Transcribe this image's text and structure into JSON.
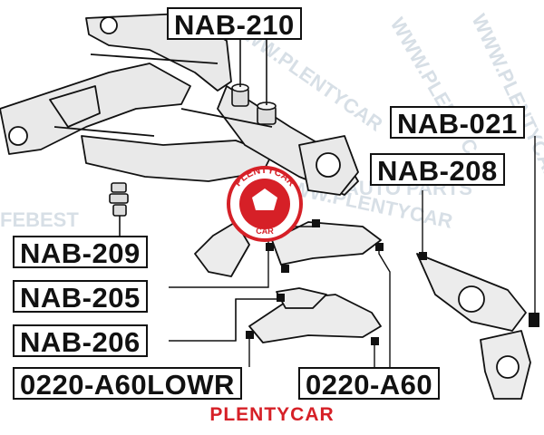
{
  "colors": {
    "brand_red": "#d62027",
    "line": "#111111",
    "part_gray": "#e9e9e9",
    "watermark": "#8fa4b8"
  },
  "labels": {
    "nab_210": "NAB-210",
    "nab_021": "NAB-021",
    "nab_208": "NAB-208",
    "nab_209": "NAB-209",
    "nab_205": "NAB-205",
    "nab_206": "NAB-206",
    "a60lowr": "0220-A60LOWR",
    "a60": "0220-A60"
  },
  "brand": "PLENTYCAR",
  "seal": {
    "ring_text": "PLENTYCAR",
    "center_text": "CAR"
  },
  "watermark": {
    "logo": "FEBEST",
    "repeat": "WWW.PLENTYCAR",
    "parts": "AUTO PARTS"
  },
  "icons": {
    "seal": "plentycar-seal-icon",
    "marker": "callout-marker-icon"
  }
}
